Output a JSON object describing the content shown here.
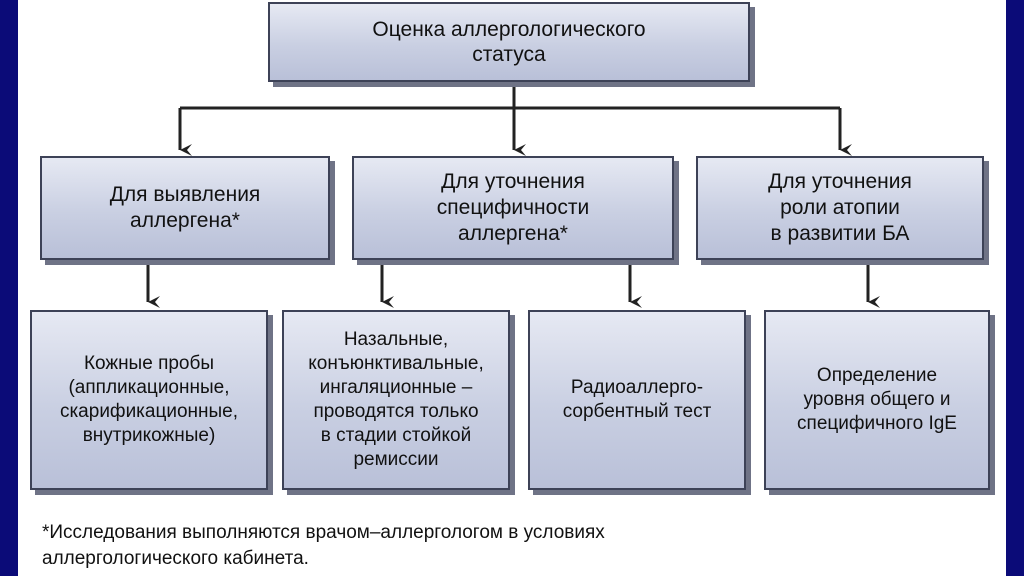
{
  "diagram": {
    "root": "Оценка аллергологического\nстатуса",
    "purposes": [
      "Для выявления\nаллергена*",
      "Для уточнения\nспецифичности\nаллергена*",
      "Для уточнения\nроли атопии\nв развитии БА"
    ],
    "methods": [
      "Кожные пробы\n(аппликационные,\nскарификационные,\nвнутрикожные)",
      "Назальные,\nконъюнктивальные,\nингаляционные –\nпроводятся только\nв стадии стойкой\nремиссии",
      "Радиоаллерго-\nсорбентный тест",
      "Определение\nуровня общего и\nспецифичного IgE"
    ],
    "footnote": "*Исследования выполняются врачом–аллергологом в условиях\nаллергологического кабинета."
  },
  "colors": {
    "frame": "#0b0b78",
    "box_fill_top": "#e6e9f3",
    "box_fill_bottom": "#b9c0d8",
    "box_border": "#3d4257",
    "connector": "#222222"
  }
}
